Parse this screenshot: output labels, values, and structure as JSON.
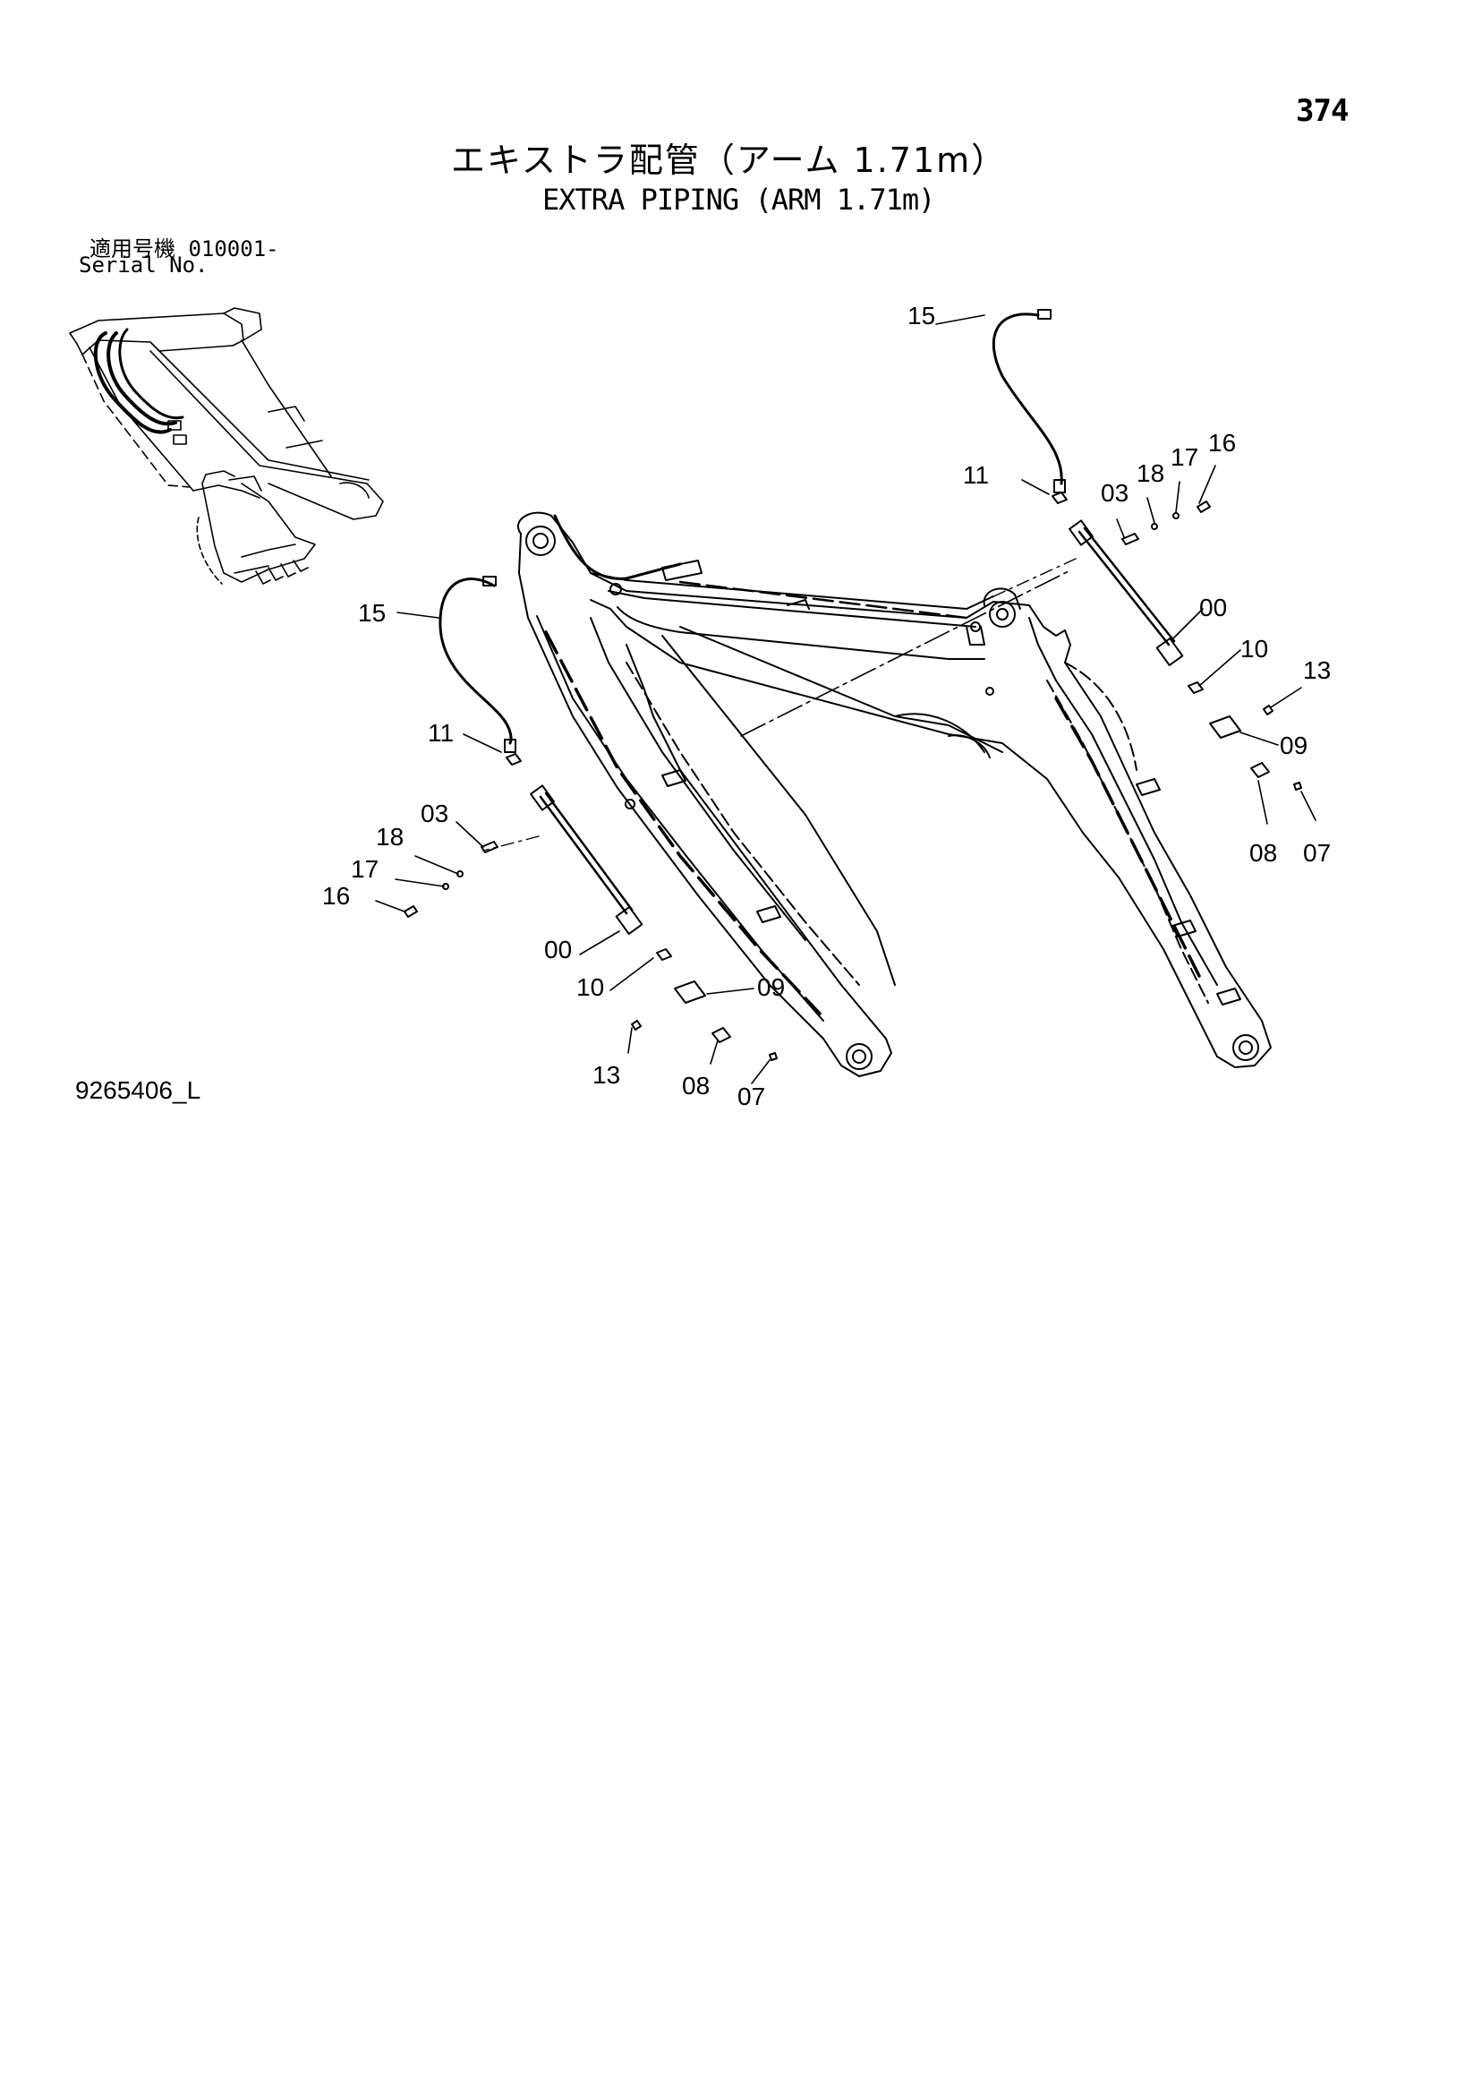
{
  "header": {
    "page_number": "374",
    "title_jp": "エキストラ配管（アーム 1.71m）",
    "title_en": "EXTRA PIPING (ARM 1.71m)",
    "serial_label_jp": "適用号機  010001-",
    "serial_label_en": "Serial No."
  },
  "footer": {
    "drawing_code": "9265406_L"
  },
  "callouts": {
    "left_assembly": [
      "15",
      "11",
      "03",
      "18",
      "17",
      "16",
      "00",
      "10",
      "09",
      "13",
      "08",
      "07"
    ],
    "right_assembly": [
      "15",
      "11",
      "03",
      "18",
      "17",
      "16",
      "00",
      "10",
      "13",
      "09",
      "08",
      "07"
    ]
  }
}
